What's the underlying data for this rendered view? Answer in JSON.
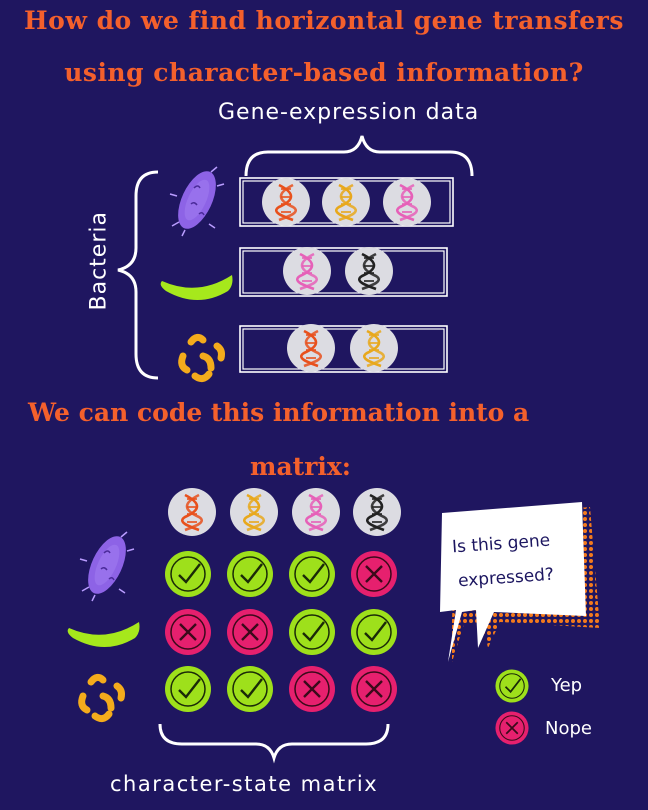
{
  "title_line1": "How do we find horizontal gene transfers",
  "title_line2": "using character-based information?",
  "gene_expression_label": "Gene-expression data",
  "bacteria_label": "Bacteria",
  "code_line1": "We can code this information into a",
  "code_line2": "matrix:",
  "speech_line1": "Is this gene",
  "speech_line2": "expressed?",
  "legend": {
    "yes": "Yep",
    "no": "Nope"
  },
  "matrix_label": "character-state matrix",
  "icons": {
    "rod": "purple-rod-bacterium-icon",
    "green": "green-bacillus-icon",
    "cocci": "orange-curved-bacteria-icon",
    "dna": "dna-helix-icon",
    "yes": "green-check-icon",
    "no": "pink-cross-icon"
  },
  "colors": {
    "background": "#1f1660",
    "title": "#f4602c",
    "yes": "#9ee01b",
    "no": "#e6206e",
    "purple_bacterium": "#8d63e6",
    "green_bacterium": "#a6e81c",
    "orange_bacterium": "#f4ab1c"
  },
  "genes": [
    "gene-1",
    "gene-2",
    "gene-3",
    "gene-4"
  ],
  "expression_rows": [
    {
      "bacterium": "purple-rod",
      "genes_shown": [
        "gene-1",
        "gene-2",
        "gene-3"
      ]
    },
    {
      "bacterium": "green-bacillus",
      "genes_shown": [
        "gene-3",
        "gene-4"
      ]
    },
    {
      "bacterium": "orange-curved",
      "genes_shown": [
        "gene-1",
        "gene-2"
      ]
    }
  ],
  "matrix": [
    {
      "bacterium": "purple-rod",
      "values": [
        true,
        true,
        true,
        false
      ]
    },
    {
      "bacterium": "green-bacillus",
      "values": [
        false,
        false,
        true,
        true
      ]
    },
    {
      "bacterium": "orange-curved",
      "values": [
        true,
        true,
        false,
        false
      ]
    }
  ]
}
